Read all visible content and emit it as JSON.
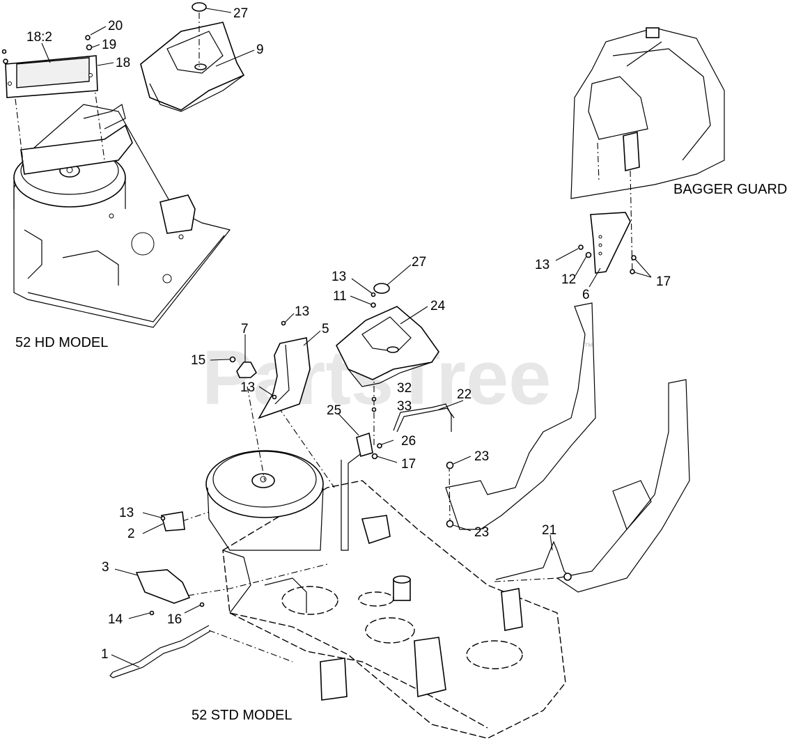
{
  "watermark": "PartsTree",
  "trademark": "™",
  "captions": {
    "hd_model": "52 HD MODEL",
    "std_model": "52 STD MODEL",
    "bagger_guard": "BAGGER GUARD"
  },
  "callouts": {
    "c20": "20",
    "c18_2": "18:2",
    "c19": "19",
    "c18": "18",
    "c27_top": "27",
    "c9": "9",
    "c13_bg": "13",
    "c12": "12",
    "c6": "6",
    "c17_bg": "17",
    "c13_a": "13",
    "c11": "11",
    "c27_mid": "27",
    "c24": "24",
    "c13_b": "13",
    "c7": "7",
    "c5": "5",
    "c15": "15",
    "c13_c": "13",
    "c32": "32",
    "c33": "33",
    "c22": "22",
    "c25": "25",
    "c26": "26",
    "c17_mid": "17",
    "c23_a": "23",
    "c23_b": "23",
    "c13_d": "13",
    "c2": "2",
    "c21": "21",
    "c3": "3",
    "c14": "14",
    "c16": "16",
    "c1": "1"
  }
}
